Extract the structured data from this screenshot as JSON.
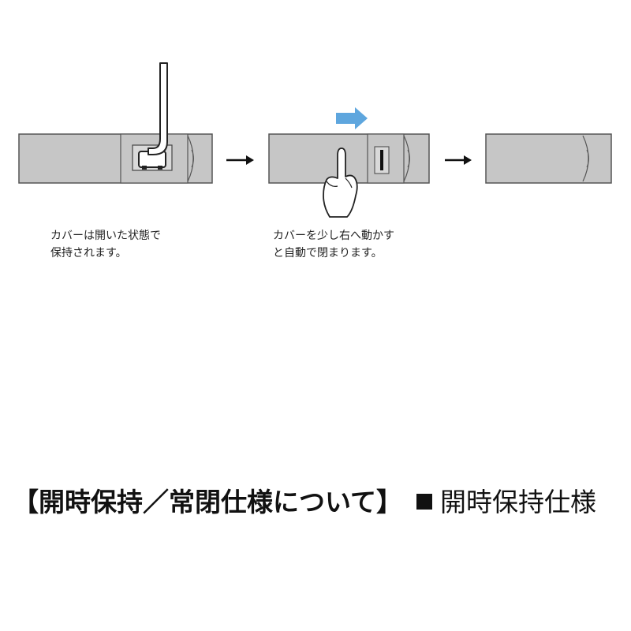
{
  "captions": {
    "step1": {
      "line1": "カバーは開いた状態で",
      "line2": "保持されます。"
    },
    "step2": {
      "line1": "カバーを少し右へ動かす",
      "line2": "と自動で閉まります。"
    }
  },
  "heading": {
    "bold_text": "【開時保持／常閉仕様について】",
    "rest_text": "開時保持仕様"
  },
  "colors": {
    "panel": "#c6c6c6",
    "panel_border": "#555555",
    "slide_arrow": "#5ea6de",
    "arrow": "#111111"
  },
  "icons": {
    "slide_arrow": "arrow-right-icon",
    "step_arrow": "arrow-right-icon",
    "finger": "pointing-finger-icon",
    "plug": "plug-icon"
  }
}
